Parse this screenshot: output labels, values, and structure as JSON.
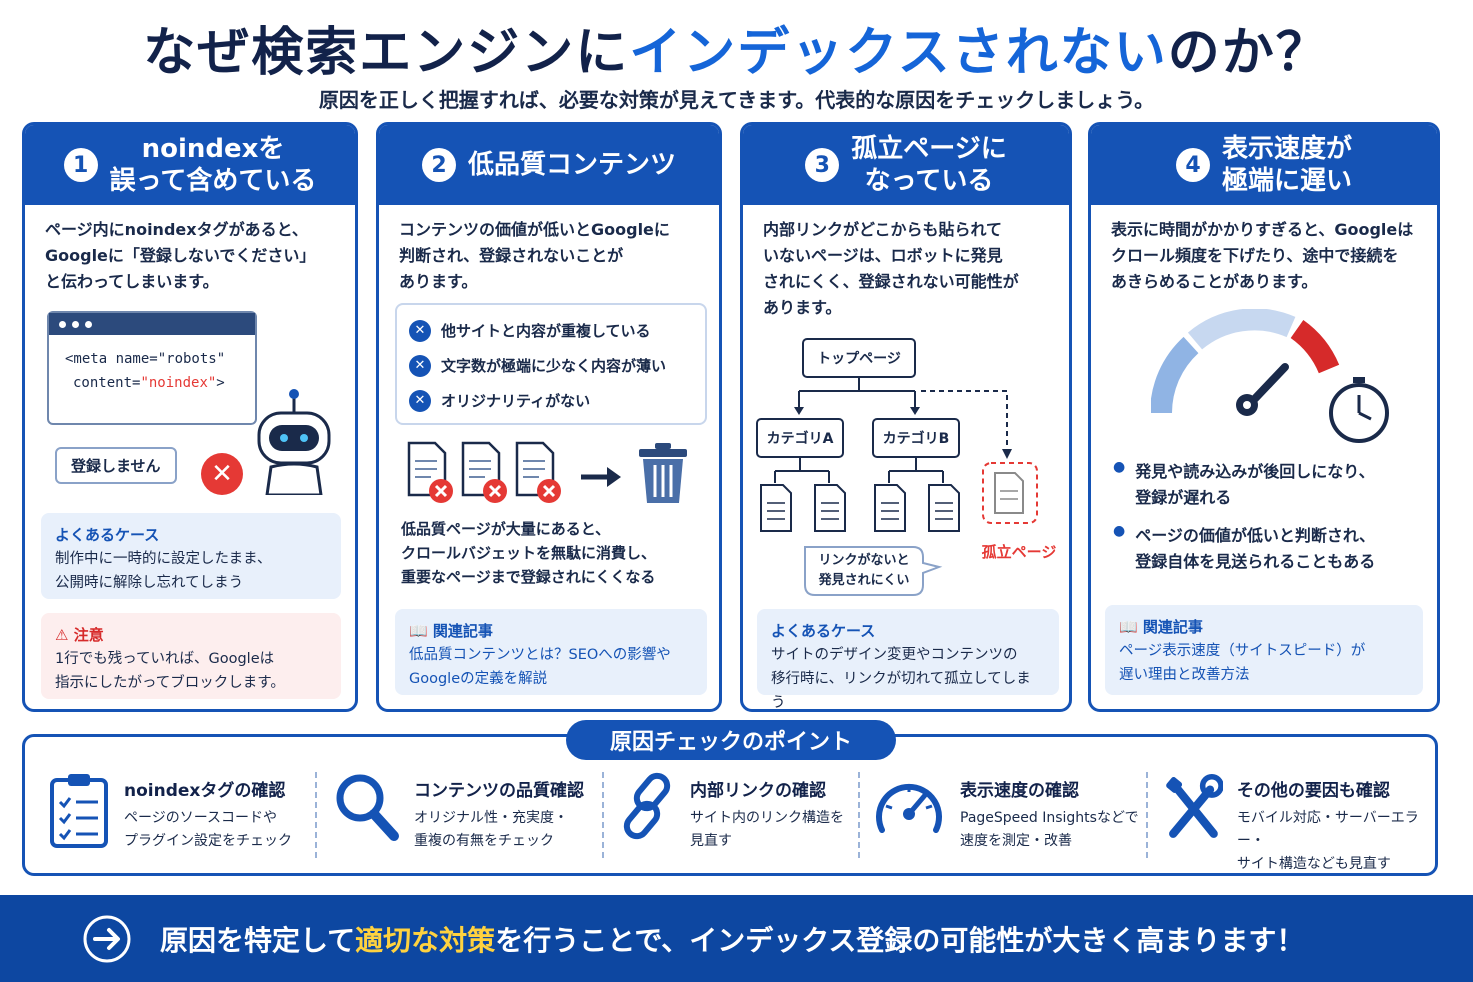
{
  "title": {
    "part1": "なぜ検索エンジンに",
    "part2": "インデックスされない",
    "part3": "のか？"
  },
  "subtitle": "原因を正しく把握すれば、必要な対策が見えてきます。代表的な原因をチェックしましょう。",
  "cards": [
    {
      "num": "1",
      "title": "noindexを\n誤って含めている",
      "desc": "ページ内にnoindexタグがあると、\nGoogleに「登録しないでください」\nと伝わってしまいます。",
      "code_line1": "<meta name=\"robots\"",
      "code_attr": "content=",
      "code_value": "\"noindex\"",
      "code_end": ">",
      "bubble": "登録しません",
      "case_title": "よくあるケース",
      "case_text": "制作中に一時的に設定したまま、\n公開時に解除し忘れてしまう",
      "warn_title": "注意",
      "warn_text": "1行でも残っていれば、Googleは\n指示にしたがってブロックします。"
    },
    {
      "num": "2",
      "title": "低品質コンテンツ",
      "desc": "コンテンツの価値が低いとGoogleに\n判断され、登録されないことが\nあります。",
      "checks": [
        "他サイトと内容が重複している",
        "文字数が極端に少なく内容が薄い",
        "オリジナリティがない"
      ],
      "note": "低品質ページが大量にあると、\nクロールバジェットを無駄に消費し、\n重要なページまで登録されにくくなる",
      "related_title": "関連記事",
      "related_text": "低品質コンテンツとは？SEOへの影響や\nGoogleの定義を解説"
    },
    {
      "num": "3",
      "title": "孤立ページに\nなっている",
      "desc": "内部リンクがどこからも貼られて\nいないページは、ロボットに発見\nされにくく、登録されない可能性が\nあります。",
      "top": "トップページ",
      "cat_a": "カテゴリA",
      "cat_b": "カテゴリB",
      "isolated": "孤立ページ",
      "bubble": "リンクがないと\n発見されにくい",
      "case_title": "よくあるケース",
      "case_text": "サイトのデザイン変更やコンテンツの\n移行時に、リンクが切れて孤立してしまう"
    },
    {
      "num": "4",
      "title": "表示速度が\n極端に遅い",
      "desc": "表示に時間がかかりすぎると、Googleは\nクロール頻度を下げたり、途中で接続を\nあきらめることがあります。",
      "bullets": [
        "発見や読み込みが後回しになり、\n登録が遅れる",
        "ページの価値が低いと判断され、\n登録自体を見送られることもある"
      ],
      "related_title": "関連記事",
      "related_text": "ページ表示速度（サイトスピード）が\n遅い理由と改善方法"
    }
  ],
  "points_title": "原因チェックのポイント",
  "points": [
    {
      "icon": "clipboard-check-icon",
      "title": "noindexタグの確認",
      "text": "ページのソースコードや\nプラグイン設定をチェック"
    },
    {
      "icon": "magnifier-icon",
      "title": "コンテンツの品質確認",
      "text": "オリジナル性・充実度・\n重複の有無をチェック"
    },
    {
      "icon": "link-icon",
      "title": "内部リンクの確認",
      "text": "サイト内のリンク構造を\n見直す"
    },
    {
      "icon": "speedometer-icon",
      "title": "表示速度の確認",
      "text": "PageSpeed Insightsなどで\n速度を測定・改善"
    },
    {
      "icon": "tools-icon",
      "title": "その他の要因も確認",
      "text": "モバイル対応・サーバーエラー・\nサイト構造なども見直す"
    }
  ],
  "footer": {
    "part1": "原因を特定して",
    "highlight": "適切な対策",
    "part2": "を行うことで、インデックス登録の可能性が大きく高まります！"
  },
  "colors": {
    "primary": "#1553b5",
    "dark": "#0d47a1",
    "red": "#e53935",
    "highlight": "#ffd23f"
  }
}
